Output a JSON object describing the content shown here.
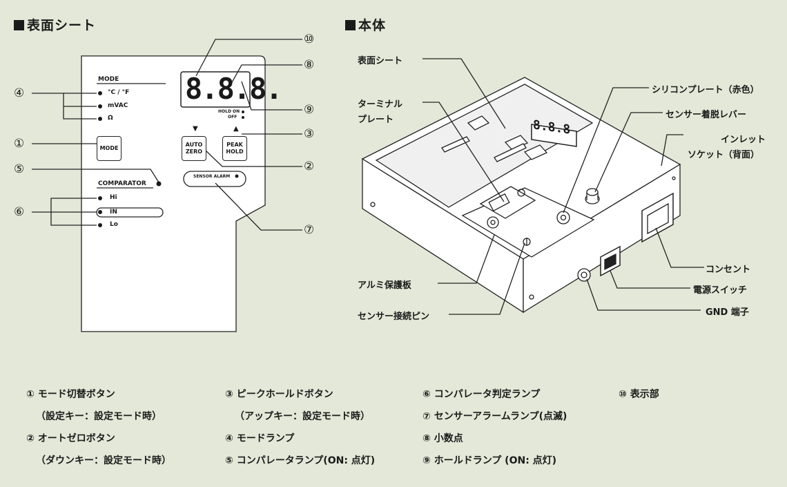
{
  "titles": {
    "sheet": "表面シート",
    "body": "本体"
  },
  "panel": {
    "mode_header": "MODE",
    "modes": [
      "°C / °F",
      "mVAC",
      "Ω"
    ],
    "display_text": "8.8.8.",
    "hold_on": "HOLD ON",
    "off": "OFF",
    "mode_button": "MODE",
    "auto_zero_button": [
      "AUTO",
      "ZERO"
    ],
    "peak_hold_button": [
      "PEAK",
      "HOLD"
    ],
    "down_arrow": "▼",
    "up_arrow": "▲",
    "sensor_alarm": "SENSOR ALARM",
    "comparator_header": "COMPARATOR",
    "comparator_lamps": [
      "Hi",
      "IN",
      "Lo"
    ]
  },
  "callouts": [
    "①",
    "②",
    "③",
    "④",
    "⑤",
    "⑥",
    "⑦",
    "⑧",
    "⑨",
    "⑩"
  ],
  "device": {
    "display_text": "8.8.8",
    "labels": {
      "surface_sheet": "表面シート",
      "terminal_plate_1": "ターミナル",
      "terminal_plate_2": "プレート",
      "silicone_plate": "シリコンプレート（赤色）",
      "sensor_lever": "センサー着脱レバー",
      "inlet_1": "インレット",
      "inlet_2": "ソケット（背面）",
      "outlet": "コンセント",
      "power_switch": "電源スイッチ",
      "gnd": "GND 端子",
      "aluminum_plate": "アルミ保護板",
      "sensor_pin": "センサー接続ピン"
    }
  },
  "legend": {
    "col1": [
      "① モード切替ボタン",
      "（設定キー：設定モード時）",
      "② オートゼロボタン",
      "（ダウンキー：設定モード時）"
    ],
    "col2": [
      "③ ピークホールドボタン",
      "（アップキー：設定モード時）",
      "④ モードランプ",
      "⑤ コンパレータランプ(ON: 点灯)"
    ],
    "col3": [
      "⑥ コンパレータ判定ランプ",
      "⑦ センサーアラームランプ(点滅)",
      "⑧ 小数点",
      "⑨ ホールドランプ (ON: 点灯)"
    ],
    "col4": [
      "⑩ 表示部"
    ]
  }
}
